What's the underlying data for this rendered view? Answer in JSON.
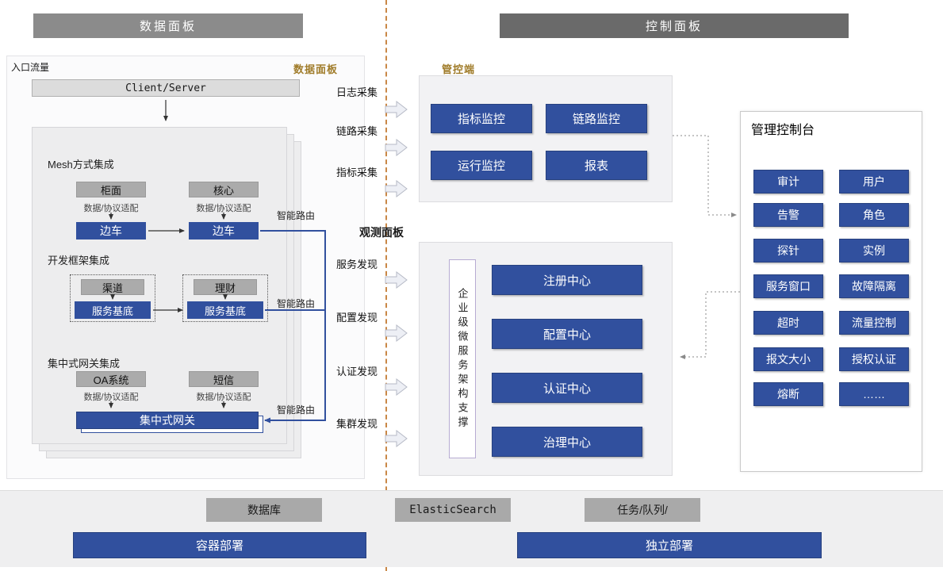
{
  "headers": {
    "left": "数据面板",
    "right": "控制面板"
  },
  "entry_label": "入口流量",
  "data_panel": {
    "title": "数据面板",
    "client_server": "Client/Server",
    "sections": {
      "mesh": {
        "title": "Mesh方式集成",
        "box_left": "柜面",
        "box_right": "核心",
        "adapter": "数据/协议适配",
        "sidecar": "边车",
        "routing": "智能路由"
      },
      "framework": {
        "title": "开发框架集成",
        "box_left": "渠道",
        "box_right": "理财",
        "base": "服务基底",
        "routing": "智能路由"
      },
      "gateway": {
        "title": "集中式网关集成",
        "box_left": "OA系统",
        "box_right": "短信",
        "adapter": "数据/协议适配",
        "bar": "集中式网关",
        "routing": "智能路由"
      }
    }
  },
  "middle": {
    "collect": [
      "日志采集",
      "链路采集",
      "指标采集"
    ],
    "observe_title": "观测面板",
    "discover": [
      "服务发现",
      "配置发现",
      "认证发现",
      "集群发现"
    ]
  },
  "monitor_panel": {
    "title": "管控端",
    "buttons": [
      "指标监控",
      "链路监控",
      "运行监控",
      "报表"
    ]
  },
  "service_panel": {
    "vertical_label": "企业级微服务架构支撑",
    "buttons": [
      "注册中心",
      "配置中心",
      "认证中心",
      "治理中心"
    ]
  },
  "console_panel": {
    "title": "管理控制台",
    "buttons": [
      [
        "审计",
        "用户"
      ],
      [
        "告警",
        "角色"
      ],
      [
        "探针",
        "实例"
      ],
      [
        "服务窗口",
        "故障隔离"
      ],
      [
        "超时",
        "流量控制"
      ],
      [
        "报文大小",
        "授权认证"
      ],
      [
        "熔断",
        "……"
      ]
    ]
  },
  "bottom": {
    "gray": [
      "数据库",
      "ElasticSearch",
      "任务/队列/"
    ],
    "blue": [
      "容器部署",
      "独立部署"
    ]
  },
  "colors": {
    "accent_blue": "#31509e",
    "gray_box": "#ababab",
    "gold_text": "#a07c2a",
    "divider_orange": "#c98746"
  }
}
